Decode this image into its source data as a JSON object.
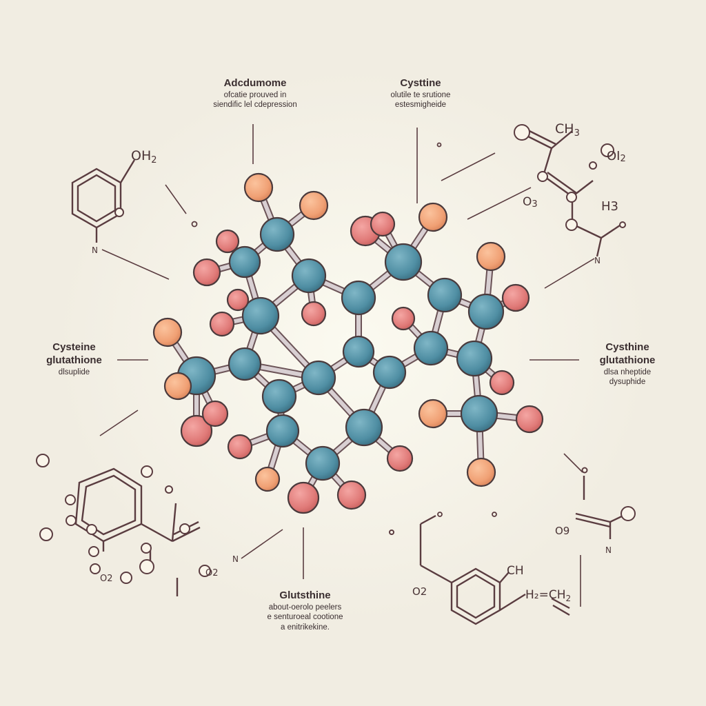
{
  "labels": {
    "top_left": {
      "title": "Adcdumome",
      "lines": [
        "ofcatie prouved in",
        "siendific lel cdepression"
      ]
    },
    "top_right": {
      "title": "Cysttine",
      "lines": [
        "olutile te srutione",
        "estesmigheide"
      ]
    },
    "left": {
      "title": "Cysteine glutathione",
      "lines": [
        "dlsuplide"
      ]
    },
    "right": {
      "title": "Cysthine glutathione",
      "lines": [
        "dlsa nheptide",
        "dysuphide"
      ]
    },
    "bottom": {
      "title": "Glutsthine",
      "lines": [
        "about-oerolo peelers",
        "e senturoeal cootione",
        "a enitrikekine."
      ]
    }
  },
  "formulas": {
    "oh2_sub": {
      "text": "OH",
      "sub": "2"
    },
    "ch3_sub": {
      "text": "CH",
      "sub": "3"
    },
    "oi2_sub": {
      "text": "OI",
      "sub": "2"
    },
    "h3": "H3",
    "o3_sub": {
      "text": "O",
      "sub": "3"
    },
    "ch2_sub": {
      "text": "H₂=CH",
      "sub": "2"
    },
    "ch": "CH",
    "o2": "O2",
    "og": "O9",
    "o2b": "O2",
    "o2c": "O2",
    "n": "N"
  },
  "colors": {
    "background": "#f1ede2",
    "carbon": "#4f8ea3",
    "oxygen_pink": "#e07a78",
    "oxygen_orange": "#f0a074",
    "bond": "#d8cfd2",
    "line": "#5a3c40"
  }
}
